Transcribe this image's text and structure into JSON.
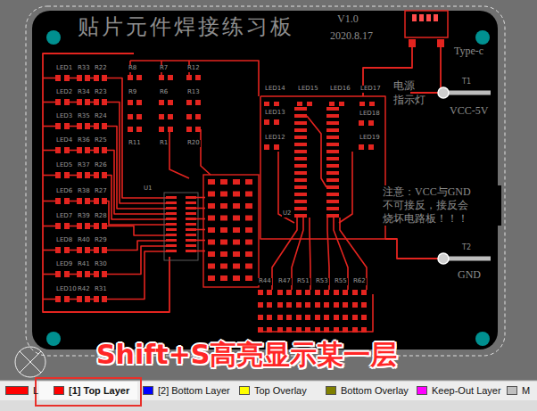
{
  "diagram": {
    "labels": [
      "贴片元件焊接练习板",
      "V1.0",
      "2020.8.17",
      "Type-c",
      "电源",
      "指示灯",
      "T1",
      "VCC-5V",
      "T2",
      "GND",
      "注意：VCC与GND 不可接反，接反会 烧坏电路板！！！",
      "U1",
      "U2",
      "Shift+S高亮显示某一层",
      "LED1",
      "LED2",
      "LED3",
      "LED4",
      "LED5",
      "LED6",
      "LED7",
      "LED8",
      "LED9",
      "LED10",
      "R33",
      "R34",
      "R35",
      "R36",
      "R37",
      "R38",
      "R39",
      "R40",
      "R41",
      "R42",
      "R22",
      "R23",
      "R24",
      "R25",
      "R26",
      "R27",
      "R28",
      "R29",
      "R30",
      "R31",
      "R8",
      "R7",
      "R12",
      "R9",
      "R6",
      "R13",
      "R11",
      "R1",
      "R20",
      "LED14",
      "LED15",
      "LED16",
      "LED17",
      "LED13",
      "LED18",
      "LED12",
      "LED19",
      "R44",
      "R47",
      "R51",
      "R53",
      "R55",
      "R62"
    ],
    "legend": [
      {
        "text": "L",
        "color": "#ff0000"
      },
      {
        "text": "[1] Top Layer",
        "color": "#ff0000"
      },
      {
        "text": "[2] Bottom Layer",
        "color": "#0000ff"
      },
      {
        "text": "Top Overlay",
        "color": "#ffff00"
      },
      {
        "text": "Bottom Overlay",
        "color": "#808000"
      },
      {
        "text": "Keep-Out Layer",
        "color": "#ff00ff"
      },
      {
        "text": "M",
        "color": "#c0c0c0"
      }
    ]
  }
}
